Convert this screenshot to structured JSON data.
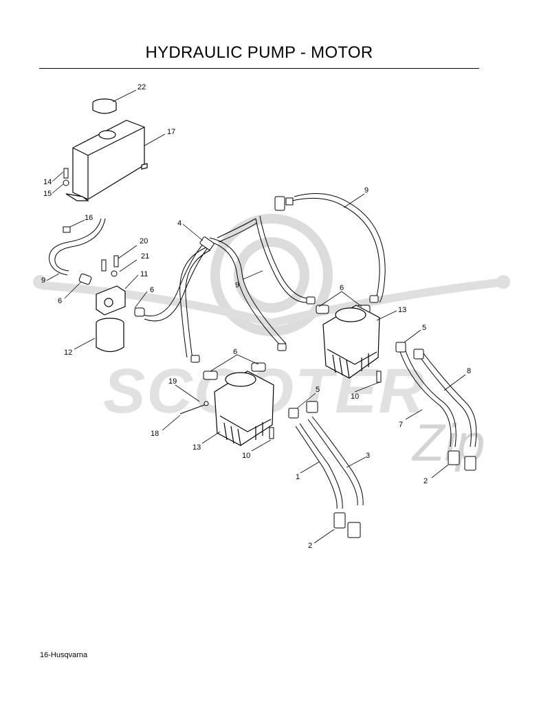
{
  "page": {
    "title": "HYDRAULIC PUMP - MOTOR",
    "footer": "16-Husqvarna"
  },
  "callouts": {
    "c22": "22",
    "c17": "17",
    "c14": "14",
    "c15": "15",
    "c16": "16",
    "c9a": "9",
    "c9b": "9",
    "c9c": "9",
    "c4": "4",
    "c20": "20",
    "c21": "21",
    "c11": "11",
    "c6a": "6",
    "c6b": "6",
    "c6c": "6",
    "c6d": "6",
    "c12": "12",
    "c13a": "13",
    "c13b": "13",
    "c5a": "5",
    "c5b": "5",
    "c8": "8",
    "c7": "7",
    "c10a": "10",
    "c10b": "10",
    "c19": "19",
    "c18": "18",
    "c3": "3",
    "c1": "1",
    "c2a": "2",
    "c2b": "2"
  },
  "watermark": {
    "text": "SCOOTER",
    "script": "Zip",
    "color": "#d8d8d8"
  }
}
